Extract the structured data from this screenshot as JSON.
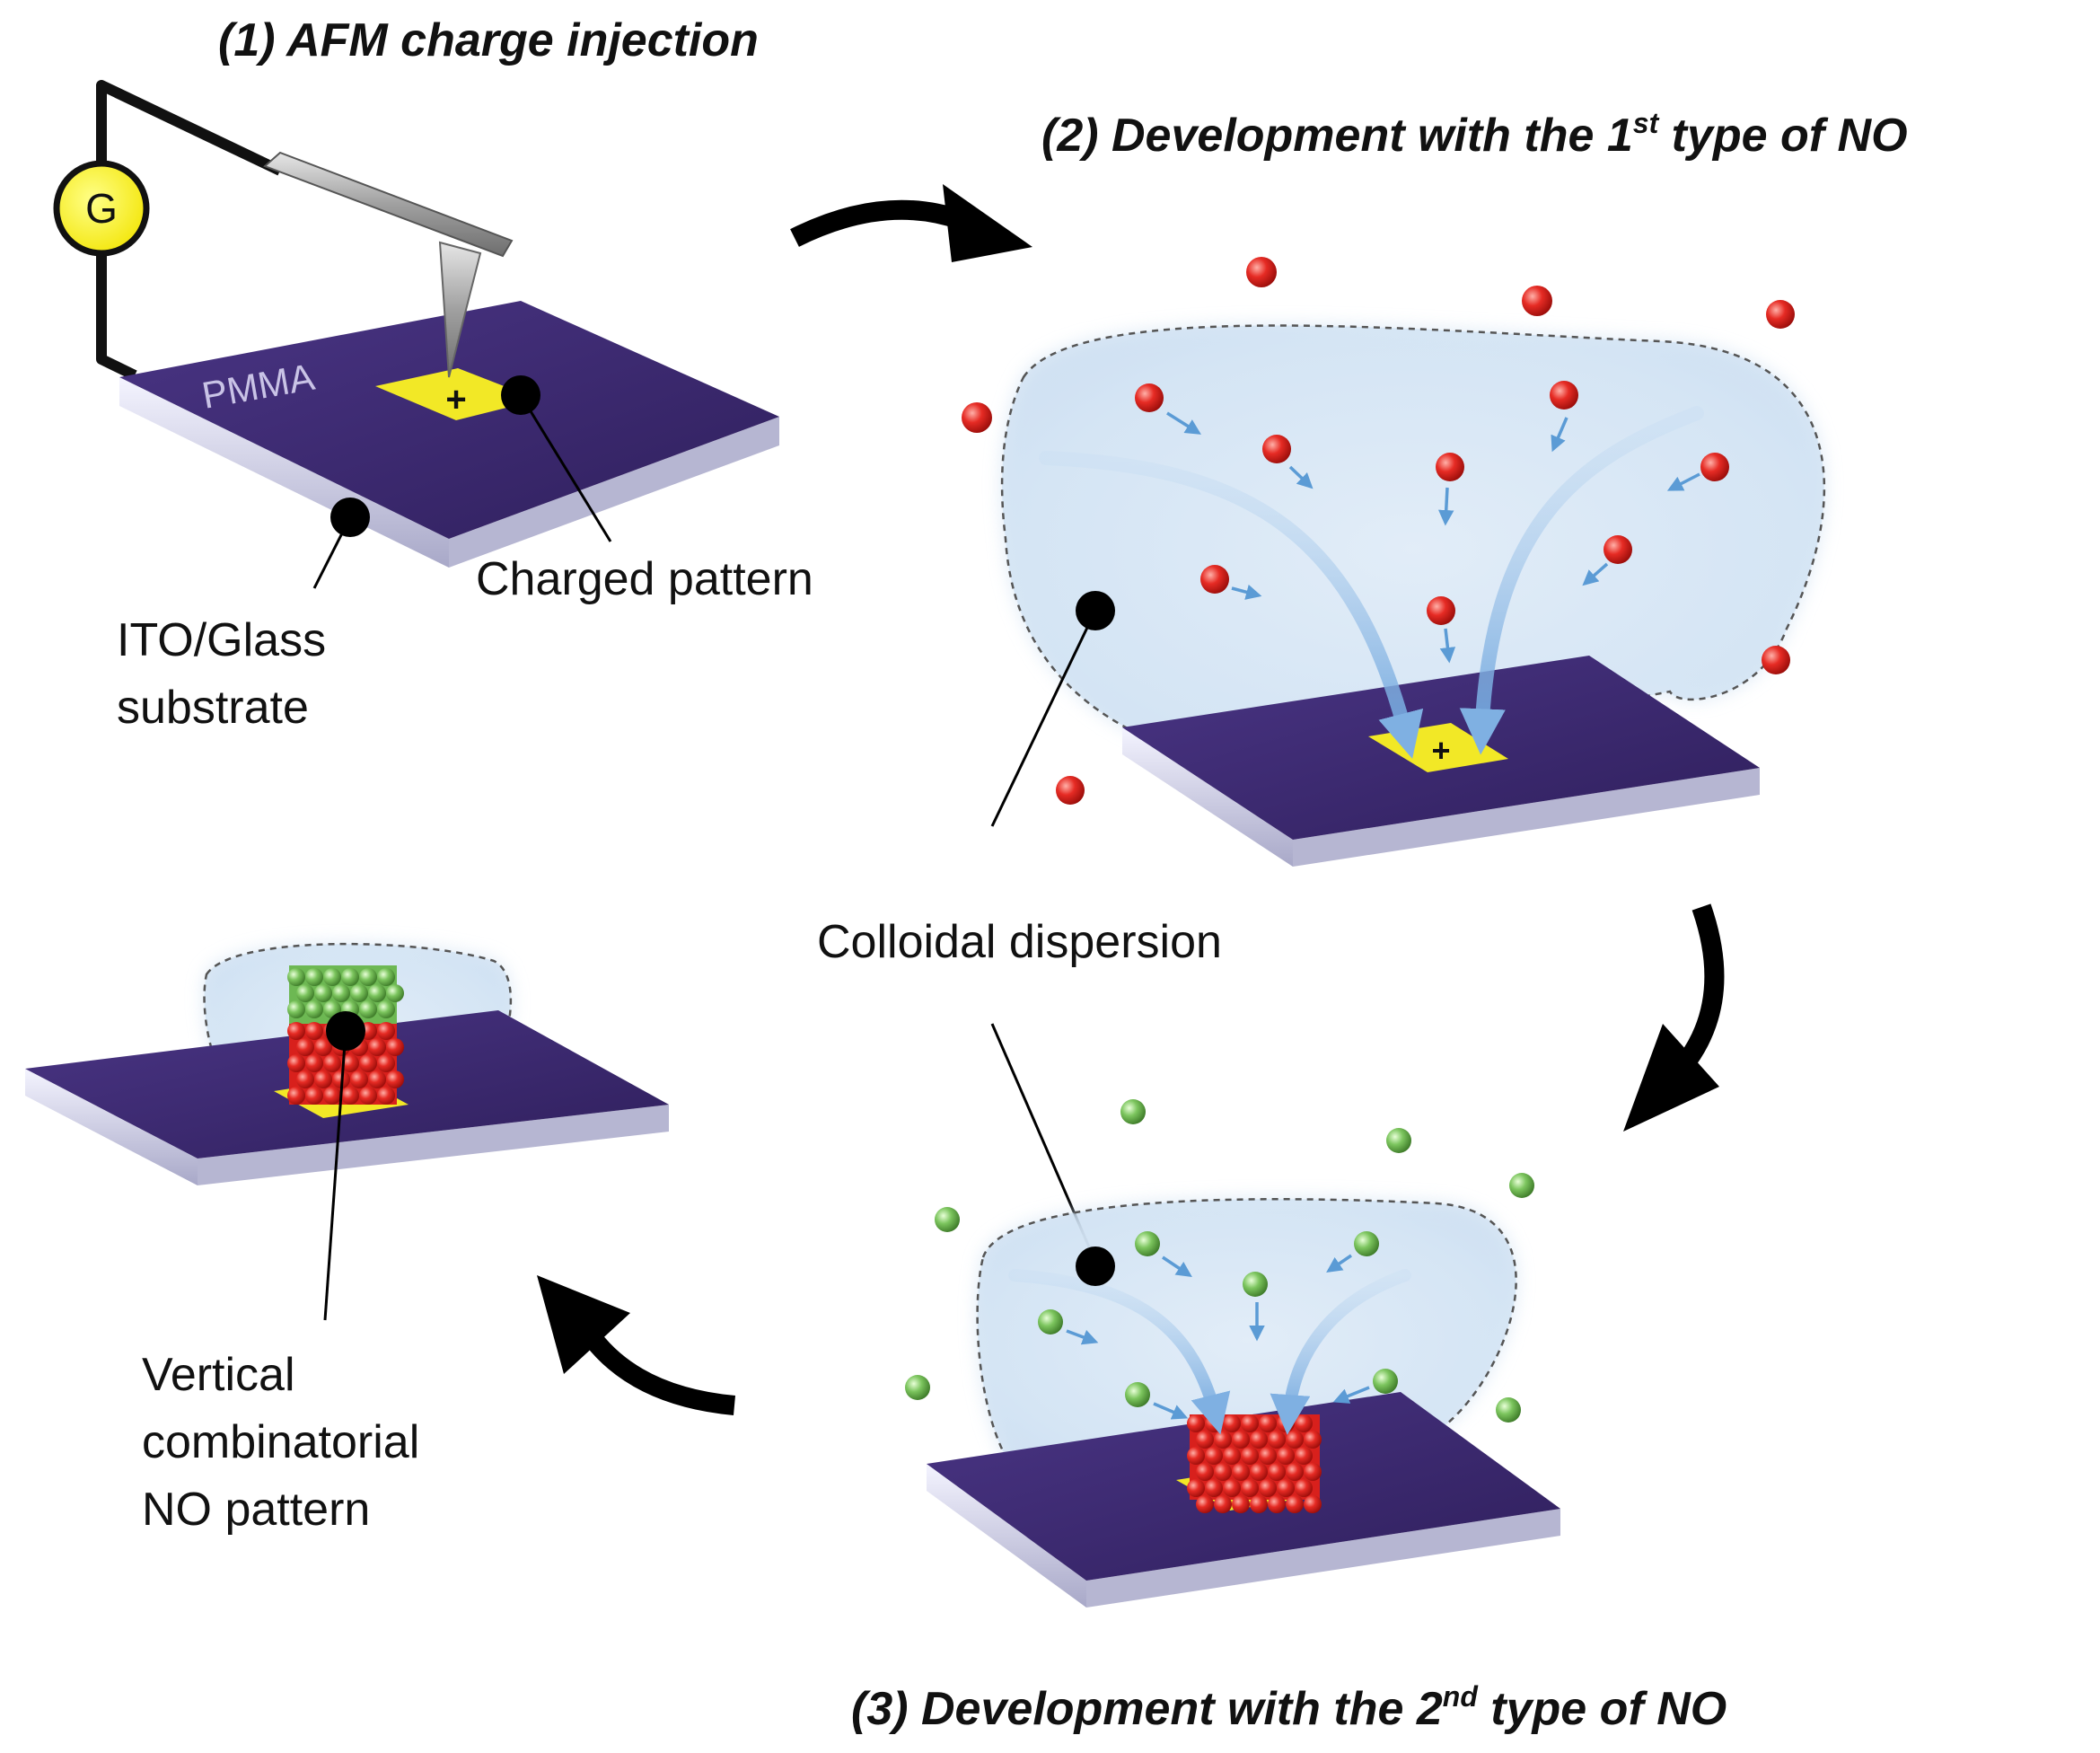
{
  "steps": {
    "step1": "(1) AFM charge injection",
    "step2_pre": "(2) Development  with the 1",
    "step2_sup": "st",
    "step2_post": " type  of NO",
    "step3_pre": "(3) Development  with the 2",
    "step3_sup": "nd",
    "step3_post": " type  of NO"
  },
  "labels": {
    "generator": "G",
    "pmma": "PMMA",
    "charge_sign": "+",
    "charged_pattern": "Charged pattern",
    "substrate_line1": "ITO/Glass",
    "substrate_line2": "substrate",
    "colloidal_dispersion": "Colloidal  dispersion",
    "result_line1": "Vertical",
    "result_line2": "combinatorial",
    "result_line3": "NO  pattern"
  },
  "colors": {
    "substrate_top": "#3d2a6e",
    "substrate_side": "#d8d8ee",
    "charged_pattern": "#f2e826",
    "particle_type1": "#e0201f",
    "particle_type2": "#78c45a",
    "dispersion": "#d6e6f5",
    "flow_arrow": "#5b9bd5",
    "generator": "#ffee00"
  }
}
